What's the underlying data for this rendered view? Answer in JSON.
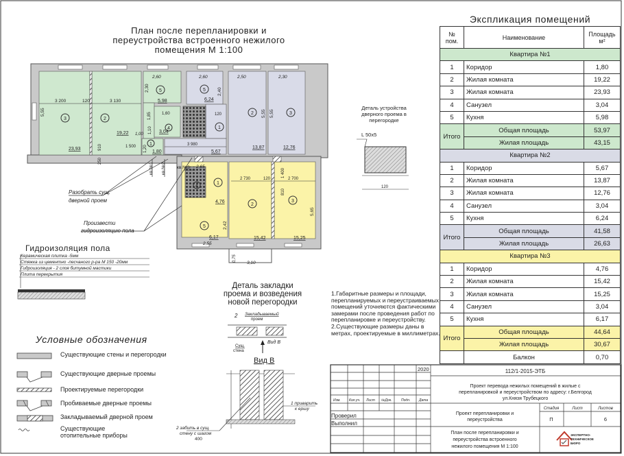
{
  "title": {
    "line1": "План  после перепланировки  и",
    "line2": "переустройства встроенного нежилого",
    "line3": "помещения М 1:100"
  },
  "explication": {
    "title": "Экспликация помещений",
    "headers": {
      "num_1": "№",
      "num_2": "пом.",
      "name": "Наименование",
      "area_1": "Площадь",
      "area_2": "м²"
    },
    "total_label": "Итого",
    "total_area_label": "Общая площадь",
    "living_area_label": "Жилая площадь",
    "apartments": [
      {
        "label": "Квартира №1",
        "color": "#cde8cd",
        "rooms": [
          {
            "n": "1",
            "name": "Коридор",
            "area": "1,80"
          },
          {
            "n": "2",
            "name": "Жилая комната",
            "area": "19,22"
          },
          {
            "n": "3",
            "name": "Жилая комната",
            "area": "23,93"
          },
          {
            "n": "4",
            "name": "Санузел",
            "area": "3,04"
          },
          {
            "n": "5",
            "name": "Кухня",
            "area": "5,98"
          }
        ],
        "total_area": "53,97",
        "living_area": "43,15"
      },
      {
        "label": "Квартира №2",
        "color": "#d9dbe6",
        "rooms": [
          {
            "n": "1",
            "name": "Коридор",
            "area": "5,67"
          },
          {
            "n": "2",
            "name": "Жилая комната",
            "area": "13,87"
          },
          {
            "n": "3",
            "name": "Жилая комната",
            "area": "12,76"
          },
          {
            "n": "4",
            "name": "Санузел",
            "area": "3,04"
          },
          {
            "n": "5",
            "name": "Кухня",
            "area": "6,24"
          }
        ],
        "total_area": "41,58",
        "living_area": "26,63"
      },
      {
        "label": "Квартира №3",
        "color": "#fbf3a8",
        "rooms": [
          {
            "n": "1",
            "name": "Коридор",
            "area": "4,76"
          },
          {
            "n": "2",
            "name": "Жилая комната",
            "area": "15,42"
          },
          {
            "n": "3",
            "name": "Жилая комната",
            "area": "15,25"
          },
          {
            "n": "4",
            "name": "Санузел",
            "area": "3,04"
          },
          {
            "n": "5",
            "name": "Кухня",
            "area": "6,17"
          }
        ],
        "total_area": "44,64",
        "living_area": "30,67"
      }
    ],
    "balcony": {
      "name": "Балкон",
      "area": "0,70"
    }
  },
  "plan": {
    "apt1": {
      "circles": [
        "3",
        "2",
        "5",
        "4",
        "1"
      ],
      "areas": [
        "23,93",
        "19,22",
        "5,98",
        "3,04",
        "1,80"
      ],
      "dims": [
        "3 200",
        "120",
        "3 130",
        "5,55",
        "2,30",
        "2,60",
        "1,60",
        "1,85",
        "1,10",
        "1,00",
        "1 500",
        "910",
        "250",
        "1,20"
      ]
    },
    "apt2": {
      "circles": [
        "5",
        "1",
        "2",
        "3"
      ],
      "areas": [
        "6,24",
        "5,67",
        "13,87",
        "12,76"
      ],
      "dims": [
        "2,60",
        "2,40",
        "120",
        "3 980",
        "2,50",
        "2,30",
        "5,55",
        "5,55"
      ]
    },
    "apt3": {
      "circles": [
        "1",
        "4",
        "5",
        "2",
        "3"
      ],
      "areas": [
        "4,76",
        "6,17",
        "15,42",
        "15,25"
      ],
      "dims": [
        "2,65",
        "2 730",
        "120",
        "2 700",
        "1 400",
        "810",
        "5,65",
        "2,42",
        "2,55",
        "0,75",
        "3,10"
      ]
    },
    "entries": [
      "кв.№1",
      "кв.№2",
      "кв.№3"
    ],
    "callouts": {
      "demolish_1": "Разобрать сущ.",
      "demolish_2": "дверной проем",
      "waterproof_1": "Произвести",
      "waterproof_2": "гидроизоляцию пола"
    }
  },
  "door_detail": {
    "title_1": "Деталь устройства",
    "title_2": "дверного проема в",
    "title_3": "перегородке",
    "angle": "L 50x5",
    "width": "120"
  },
  "waterproofing": {
    "title": "Гидроизоляция пола",
    "layers": [
      "Керамическая плитка -5мм",
      "Стяжка из цементно -песчаного р-ра М 150 -20мм",
      "Гидроизоляция - 2 слоя битумной мастики",
      "Плита перекрытия"
    ]
  },
  "partition_detail": {
    "title_1": "Деталь  закладки",
    "title_2": "проема и возведения",
    "title_3": "новой перегородки",
    "mark_2": "2",
    "filled_opening_1": "Закладываемый",
    "filled_opening_2": "проем",
    "existing_wall_1": "Сущ.",
    "existing_wall_2": "стена",
    "view_arrow": "Вид В",
    "view_title": "Вид В",
    "weld_1": "1 приварить",
    "weld_2": "к ершу",
    "drive_1": "2 забить  в сущ.",
    "drive_2": "стену с шагом",
    "drive_3": "400"
  },
  "notes": {
    "note_1": "1.Габаритные размеры и площади, перепланируемых и переустраиваемых помещений уточняются фактическими замерами после проведения работ по перепланировке и переустройству.",
    "note_2": "2.Существующие размеры даны в метрах, проектируемые в миллиметрах."
  },
  "legend": {
    "title": "Условные обозначения",
    "items": [
      "Существующие стены и перегородки",
      "Существующие дверные проемы",
      "Проектируемые перегородки",
      "Пробиваемые дверные проемы",
      "Закладываемый дверной проем",
      "Существующие отопительные приборы"
    ]
  },
  "title_block": {
    "year": "2020",
    "cols": [
      "Изм.",
      "Кол.уч.",
      "Лист",
      "№Док.",
      "Подп.",
      "Дата"
    ],
    "checked": "Проверил",
    "performed": "Выполнил",
    "code": "112/1-2015-ЭТБ",
    "project_1": "Проект перевода нежилых помещений в жилые с",
    "project_2": "перепланировкой и переустройством по адресу: г.Белгород",
    "project_3": "ул.Князя Трубецкого",
    "work_1": "Проект перепланировки и",
    "work_2": "переустройства",
    "stage_label": "Стадия",
    "sheet_label": "Лист",
    "sheets_label": "Листов",
    "stage": "П",
    "sheet": "",
    "sheets": "6",
    "drawing_1": "План  после перепланировки  и",
    "drawing_2": "переустройства встроенного",
    "drawing_3": "нежилого помещения М 1:100",
    "logo_1": "ЭКСПЕРТНО-",
    "logo_2": "ТЕХНИЧЕСКОЕ",
    "logo_3": "БЮРО"
  }
}
